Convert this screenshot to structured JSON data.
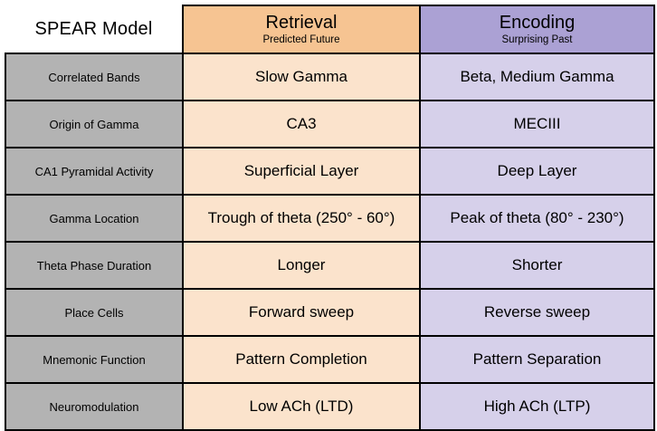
{
  "table": {
    "title": "SPEAR Model",
    "columns": [
      {
        "key": "label",
        "header": "SPEAR Model",
        "sub": ""
      },
      {
        "key": "retrieval",
        "header": "Retrieval",
        "sub": "Predicted Future",
        "color": "#F6C492",
        "cell_color": "#FBE3CC"
      },
      {
        "key": "encoding",
        "header": "Encoding",
        "sub": "Surprising Past",
        "color": "#ABA1D4",
        "cell_color": "#D6D0EA"
      }
    ],
    "rows": [
      {
        "label": "Correlated Bands",
        "retrieval": "Slow Gamma",
        "encoding": "Beta, Medium Gamma"
      },
      {
        "label": "Origin of Gamma",
        "retrieval": "CA3",
        "encoding": "MECIII"
      },
      {
        "label": "CA1 Pyramidal Activity",
        "retrieval": "Superficial Layer",
        "encoding": "Deep Layer"
      },
      {
        "label": "Gamma Location",
        "retrieval": "Trough of theta (250° - 60°)",
        "encoding": "Peak of theta (80° - 230°)"
      },
      {
        "label": "Theta Phase Duration",
        "retrieval": "Longer",
        "encoding": "Shorter"
      },
      {
        "label": "Place Cells",
        "retrieval": "Forward sweep",
        "encoding": "Reverse sweep"
      },
      {
        "label": "Mnemonic Function",
        "retrieval": "Pattern Completion",
        "encoding": "Pattern Separation"
      },
      {
        "label": "Neuromodulation",
        "retrieval": "Low ACh (LTD)",
        "encoding": "High ACh (LTP)"
      }
    ]
  }
}
